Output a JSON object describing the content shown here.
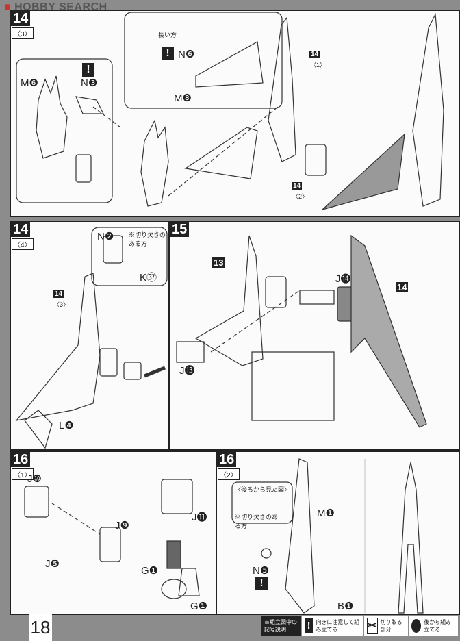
{
  "watermark": "HOBBY SEARCH",
  "page_number": "18",
  "steps": {
    "s14_3": {
      "num": "14",
      "sub": "〈3〉",
      "labels": {
        "m6": "M❻",
        "n3": "N❸",
        "n6": "N❻",
        "m8": "M❽",
        "ref1": "14",
        "ref1sub": "〈1〉",
        "ref2": "14",
        "ref2sub": "〈2〉",
        "long_side": "長い方"
      }
    },
    "s14_4": {
      "num": "14",
      "sub": "〈4〉",
      "labels": {
        "n2": "N❷",
        "k37": "K㊲",
        "ref3": "14",
        "ref3sub": "〈3〉",
        "l4": "L❹",
        "notch": "※切り欠きのある方"
      }
    },
    "s15": {
      "num": "15",
      "labels": {
        "ref13": "13",
        "j14": "J⓮",
        "ref14": "14",
        "j13": "J⓭"
      }
    },
    "s16_1": {
      "num": "16",
      "sub": "〈1〉",
      "labels": {
        "j10": "J❿",
        "j9": "J❾",
        "j11": "J⓫",
        "j5": "J❺",
        "g1a": "G❶",
        "g1b": "G❶"
      }
    },
    "s16_2": {
      "num": "16",
      "sub": "〈2〉",
      "labels": {
        "rear_view": "〈後ろから見た図〉",
        "notch": "※切り欠きのある方",
        "m1": "M❶",
        "n5": "N❺",
        "b1": "B❶"
      }
    }
  },
  "legend": {
    "title": "※組立図中の記号説明",
    "items": [
      {
        "icon": "exclamation-icon",
        "text": "向きに注意して組み立てる"
      },
      {
        "icon": "nipper-icon",
        "text": "切り取る部分"
      },
      {
        "icon": "later-assembly-icon",
        "text": "後から組み立てる"
      }
    ]
  }
}
